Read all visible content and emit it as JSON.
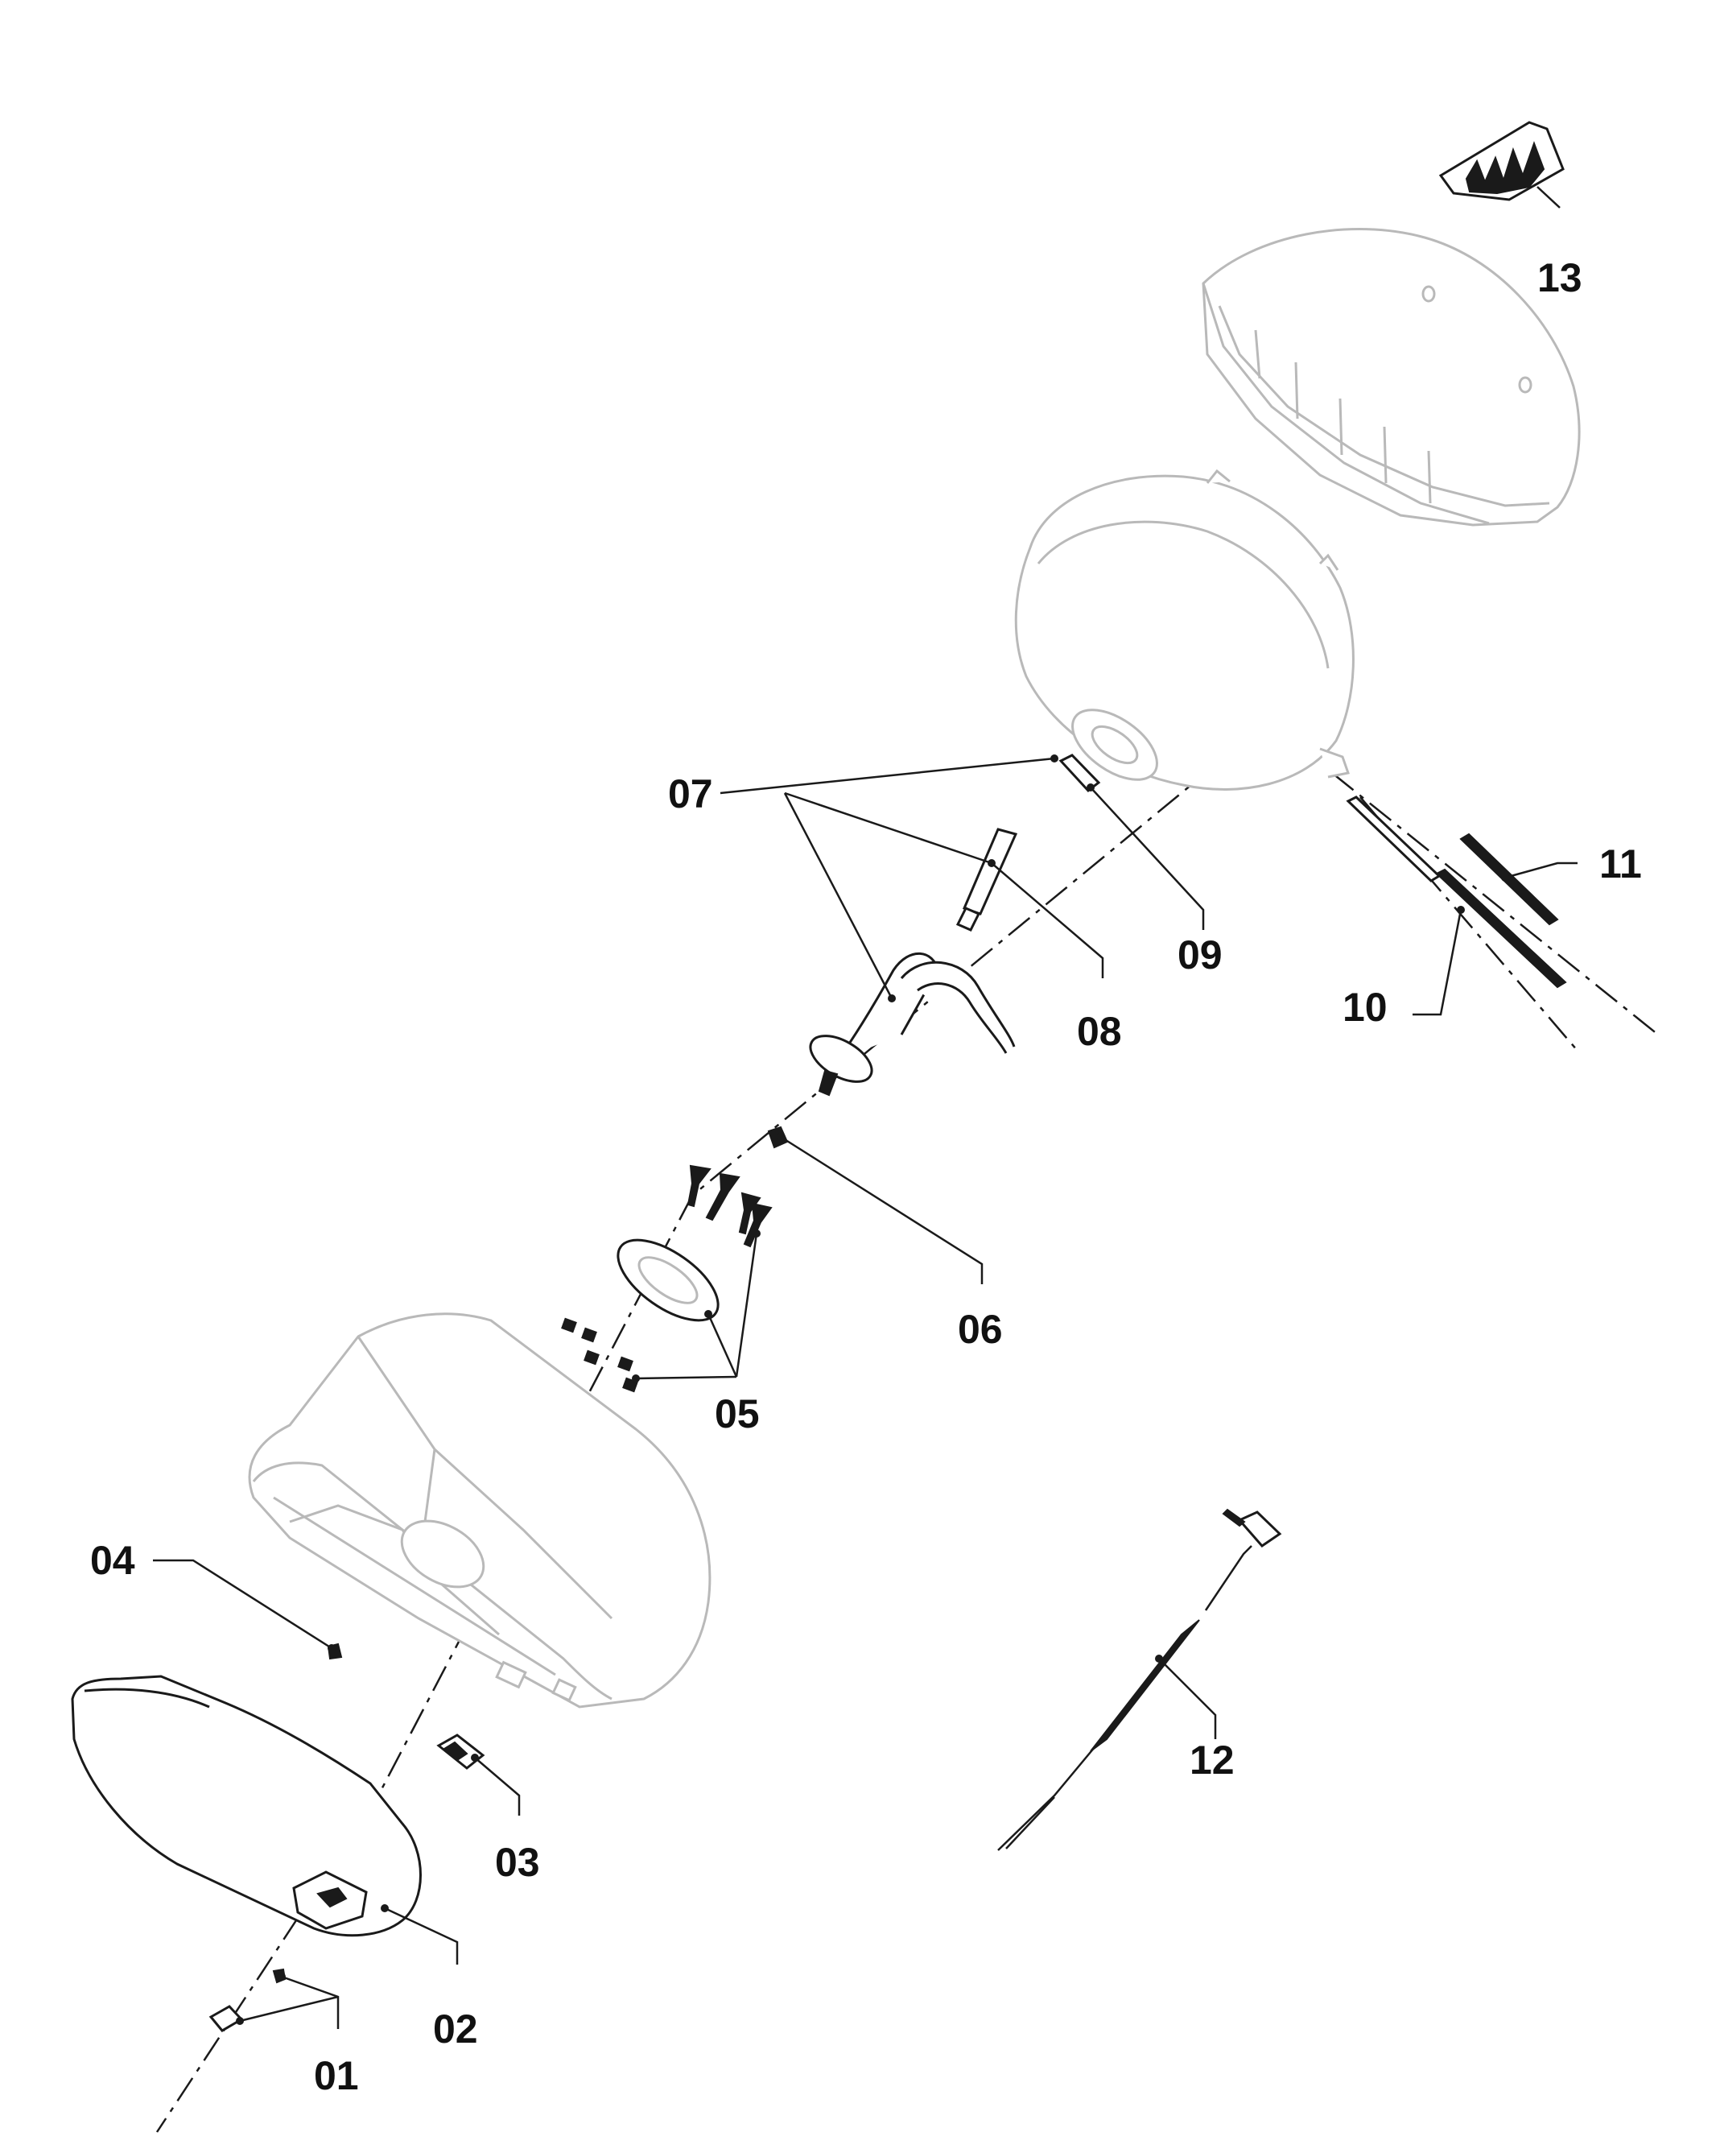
{
  "diagram": {
    "callouts": {
      "c01": "01",
      "c02": "02",
      "c03": "03",
      "c04": "04",
      "c05": "05",
      "c06": "06",
      "c07": "07",
      "c08": "08",
      "c09": "09",
      "c10": "10",
      "c11": "11",
      "c12": "12",
      "c13": "13"
    }
  }
}
